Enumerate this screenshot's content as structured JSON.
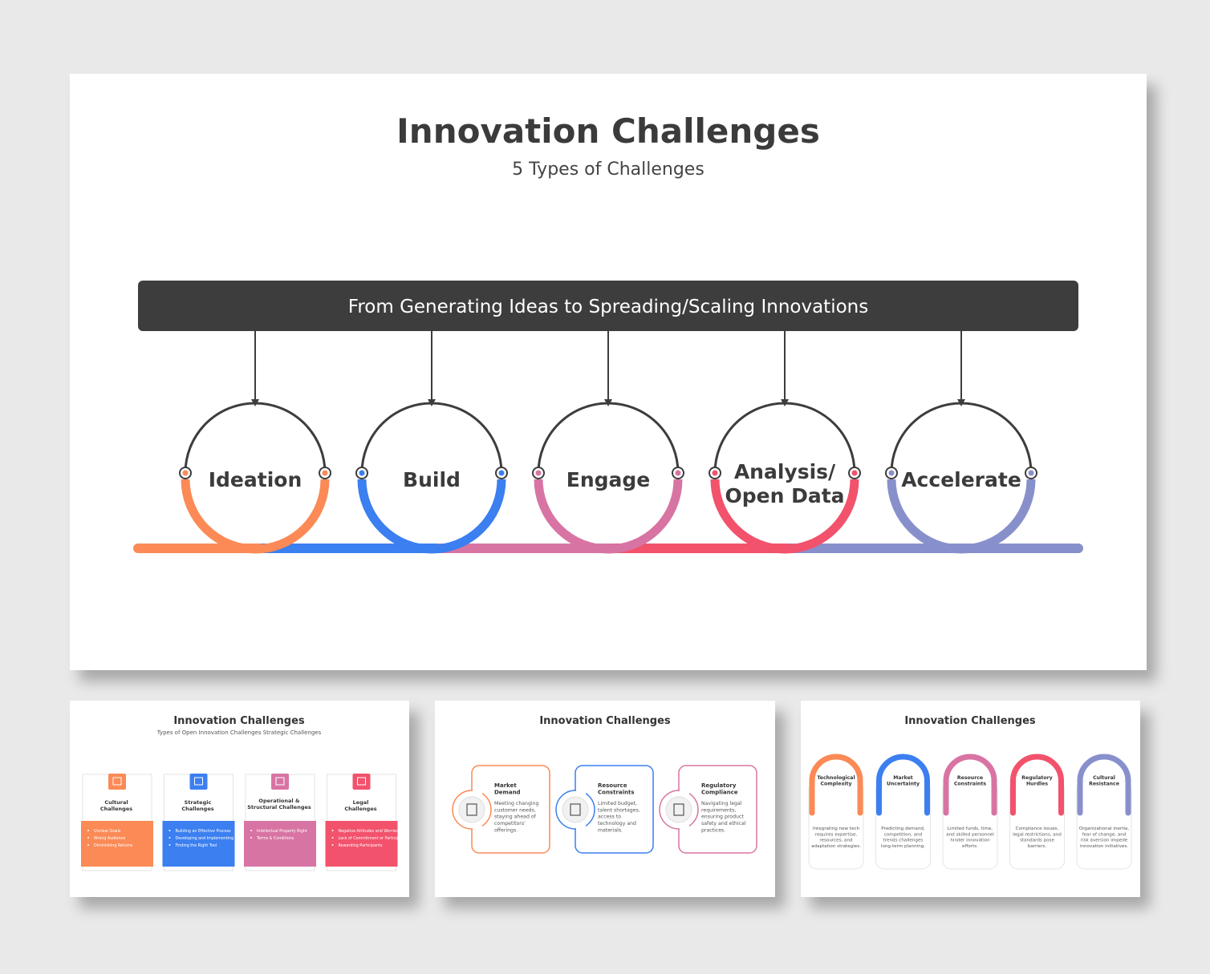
{
  "main": {
    "title": "Innovation Challenges",
    "subtitle": "5 Types of Challenges",
    "banner": "From Generating Ideas to Spreading/Scaling Innovations",
    "stages": [
      {
        "label": [
          "Ideation"
        ],
        "color": "#fb8a56"
      },
      {
        "label": [
          "Build"
        ],
        "color": "#3b7ff0"
      },
      {
        "label": [
          "Engage"
        ],
        "color": "#d874a3"
      },
      {
        "label": [
          "Analysis/",
          "Open Data"
        ],
        "color": "#f2526c"
      },
      {
        "label": [
          "Accelerate"
        ],
        "color": "#8890cc"
      }
    ]
  },
  "thumb1": {
    "title": "Innovation Challenges",
    "subtitle": "Types of Open Innovation Challenges Strategic Challenges",
    "cards": [
      {
        "title": [
          "Cultural",
          "Challenges"
        ],
        "color": "#fb8a56",
        "bullets": [
          "Unclear Goals",
          "Wrong Audience",
          "Diminishing Returns"
        ]
      },
      {
        "title": [
          "Strategic",
          "Challenges"
        ],
        "color": "#3b7ff0",
        "bullets": [
          "Building an Effective Process",
          "Developing and Implementing Ideas",
          "Finding the Right Tool"
        ]
      },
      {
        "title": [
          "Operational &",
          "Structural Challenges"
        ],
        "color": "#d874a3",
        "bullets": [
          "Intellectual Property Right",
          "Terms & Conditions"
        ]
      },
      {
        "title": [
          "Legal",
          "Challenges"
        ],
        "color": "#f2526c",
        "bullets": [
          "Negative Attitudes and Worries",
          "Lack of Commitment or Participation",
          "Rewarding Participants"
        ]
      }
    ]
  },
  "thumb2": {
    "title": "Innovation Challenges",
    "items": [
      {
        "title": [
          "Market",
          "Demand"
        ],
        "color": "#fb8a56",
        "body": [
          "Meeting changing",
          "customer needs,",
          "staying ahead of",
          "competitors'",
          "offerings."
        ]
      },
      {
        "title": [
          "Resource",
          "Constraints"
        ],
        "color": "#3b7ff0",
        "body": [
          "Limited budget,",
          "talent shortages,",
          "access to",
          "technology and",
          "materials."
        ]
      },
      {
        "title": [
          "Regulatory",
          "Compliance"
        ],
        "color": "#d874a3",
        "body": [
          "Navigating legal",
          "requirements,",
          "ensuring product",
          "safety and ethical",
          "practices."
        ]
      }
    ]
  },
  "thumb3": {
    "title": "Innovation Challenges",
    "items": [
      {
        "title": [
          "Technological",
          "Complexity"
        ],
        "color": "#fb8a56",
        "body": [
          "Integrating new tech",
          "requires expertise,",
          "resources, and",
          "adaptation strategies."
        ]
      },
      {
        "title": [
          "Market",
          "Uncertainty"
        ],
        "color": "#3b7ff0",
        "body": [
          "Predicting demand,",
          "competition, and",
          "trends challenges",
          "long-term planning."
        ]
      },
      {
        "title": [
          "Resource",
          "Constraints"
        ],
        "color": "#d874a3",
        "body": [
          "Limited funds, time,",
          "and skilled personnel",
          "hinder innovation",
          "efforts."
        ]
      },
      {
        "title": [
          "Regulatory",
          "Hurdles"
        ],
        "color": "#f2526c",
        "body": [
          "Compliance issues,",
          "legal restrictions, and",
          "standards pose",
          "barriers."
        ]
      },
      {
        "title": [
          "Cultural",
          "Resistance"
        ],
        "color": "#8890cc",
        "body": [
          "Organizational inertia,",
          "fear of change, and",
          "risk aversion impede",
          "innovation initiatives."
        ]
      }
    ]
  }
}
